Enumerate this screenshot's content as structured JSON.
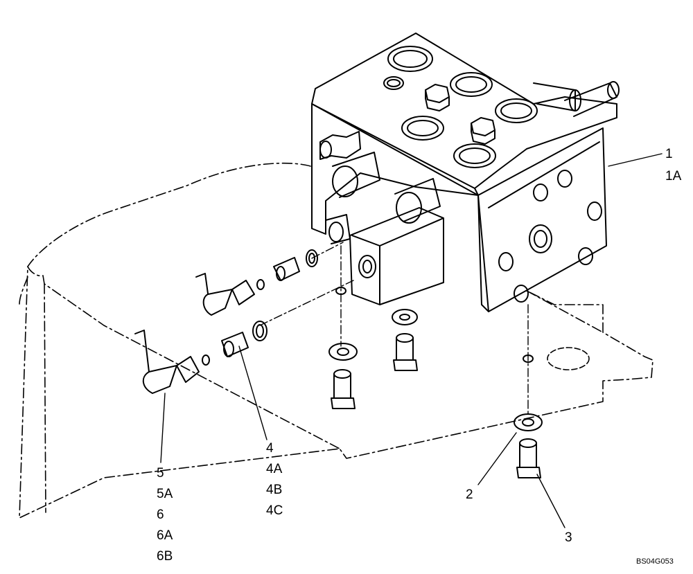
{
  "figure": {
    "reference": "BS04G053",
    "line_color": "#000000",
    "background": "#ffffff"
  },
  "callouts": {
    "item1": [
      "1",
      "1A"
    ],
    "item2": [
      "2"
    ],
    "item3": [
      "3"
    ],
    "item4": [
      "4",
      "4A",
      "4B",
      "4C"
    ],
    "item5": [
      "5",
      "5A",
      "6",
      "6A",
      "6B"
    ]
  }
}
